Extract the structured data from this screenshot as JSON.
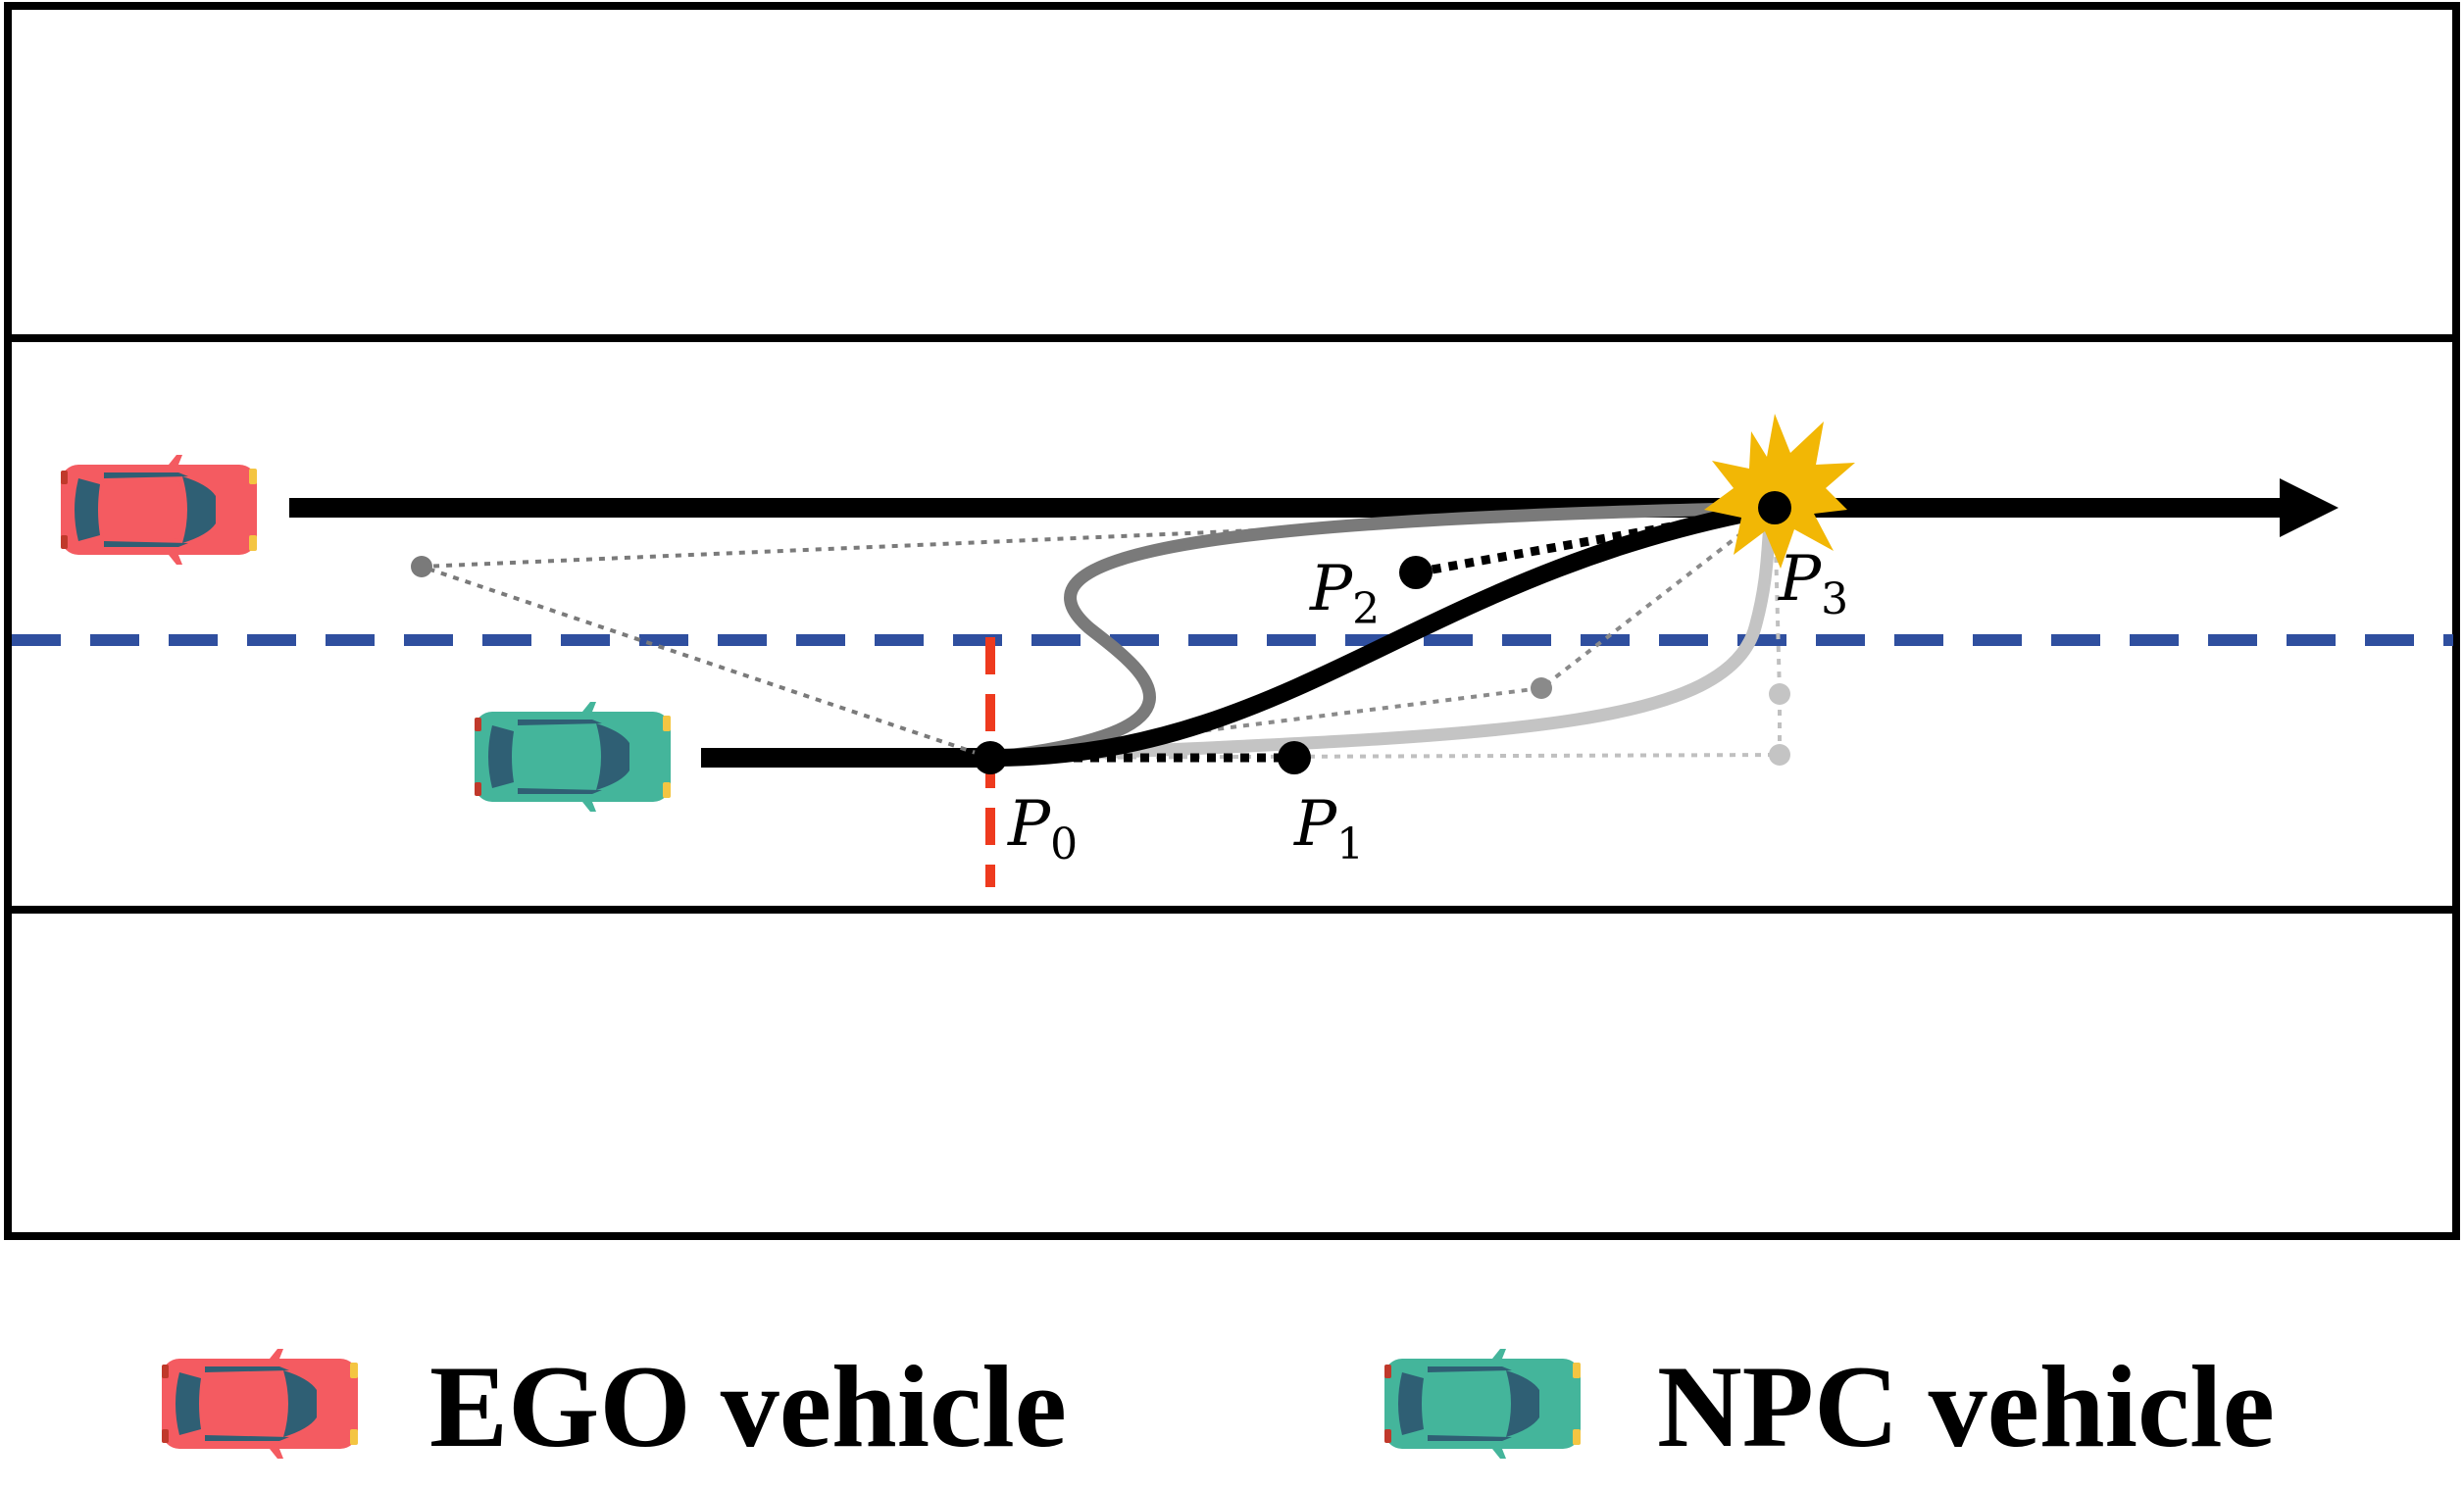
{
  "colors": {
    "ego_body": "#f45b61",
    "ego_dark": "#2f5f74",
    "npc_body": "#44b59b",
    "npc_dark": "#2f5f74",
    "lane_divider": "#2f4f9f",
    "trigger_line": "#ee3a1e",
    "collision": "#f2b705",
    "main_trajectory": "#000000",
    "alt_trajectory_dark": "#7a7a7a",
    "alt_trajectory_light": "#c4c4c4"
  },
  "points": {
    "p0": {
      "letter": "P",
      "sub": "0"
    },
    "p1": {
      "letter": "P",
      "sub": "1"
    },
    "p2": {
      "letter": "P",
      "sub": "2"
    },
    "p3": {
      "letter": "P",
      "sub": "3"
    }
  },
  "legend": {
    "ego_label": "EGO vehicle",
    "npc_label": "NPC vehicle"
  },
  "icons": {
    "ego": "red-car-icon",
    "npc": "teal-car-icon",
    "collision": "collision-burst-icon",
    "arrow": "arrow-head-icon"
  }
}
